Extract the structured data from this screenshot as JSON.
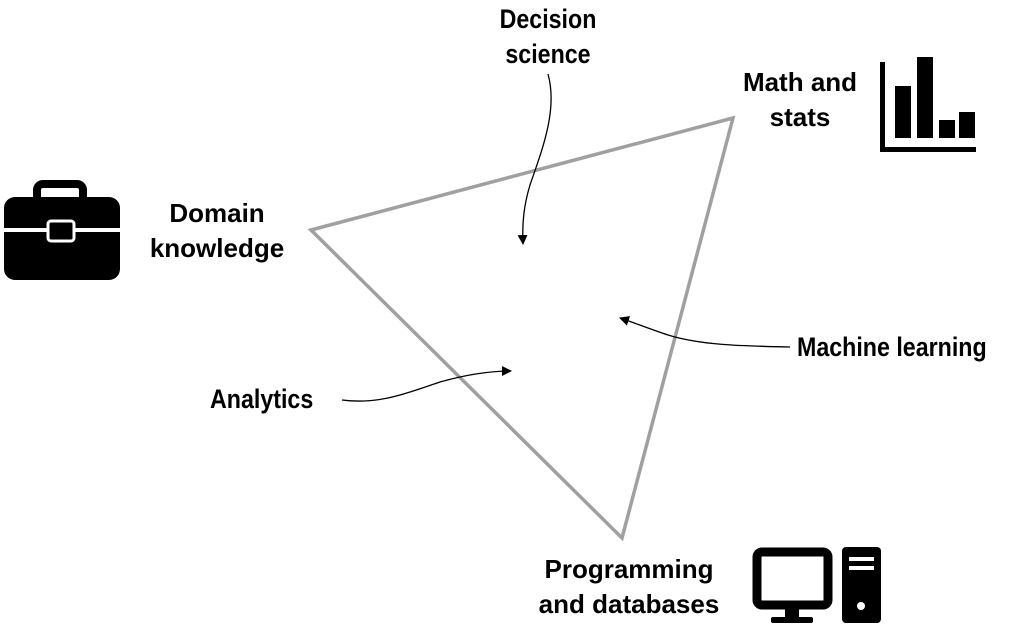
{
  "labels": {
    "decision_science": [
      "Decision",
      "science"
    ],
    "math_stats": [
      "Math and",
      "stats"
    ],
    "domain_knowledge": [
      "Domain",
      "knowledge"
    ],
    "machine_learning": "Machine learning",
    "analytics": "Analytics",
    "programming": [
      "Programming",
      "and databases"
    ]
  },
  "icons": {
    "domain": "briefcase-icon",
    "math": "bar-chart-icon",
    "programming": "computer-icon"
  },
  "colors": {
    "triangle_stroke": "#a0a0a0",
    "ink": "#000000"
  }
}
